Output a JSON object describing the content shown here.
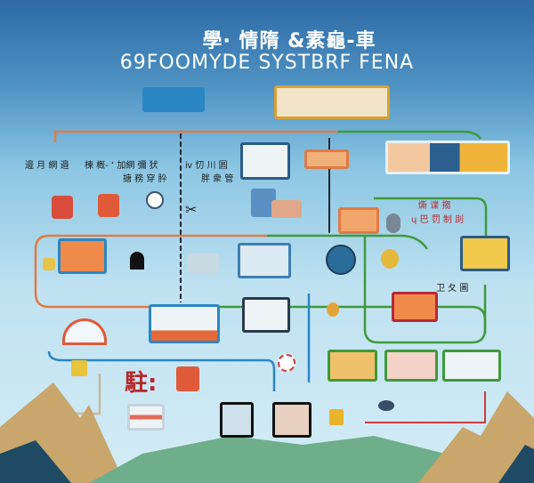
{
  "title": {
    "line1": "學· 情隋 &素龜‑車",
    "line2": "69FOOMYDE SYSTBRF FENA"
  },
  "labels": {
    "l1": "邊 月 網 邉",
    "l2": "楝 槪- ʻ 加網 彌 犾",
    "l3": "搪 務 穿 肸",
    "l4": "ⅳ 忉 川 圆",
    "l5": "胖 衆 管",
    "l6": "燍 谍 搊",
    "l7": "ɥ 巴 罚 制 刞",
    "l8": "卫 夂 圖",
    "l9": "駐:"
  },
  "colors": {
    "orange": "#e07a45",
    "green": "#3f9a3a",
    "blue": "#2b86c4",
    "dark": "#1c2430",
    "red": "#d23a3a"
  }
}
